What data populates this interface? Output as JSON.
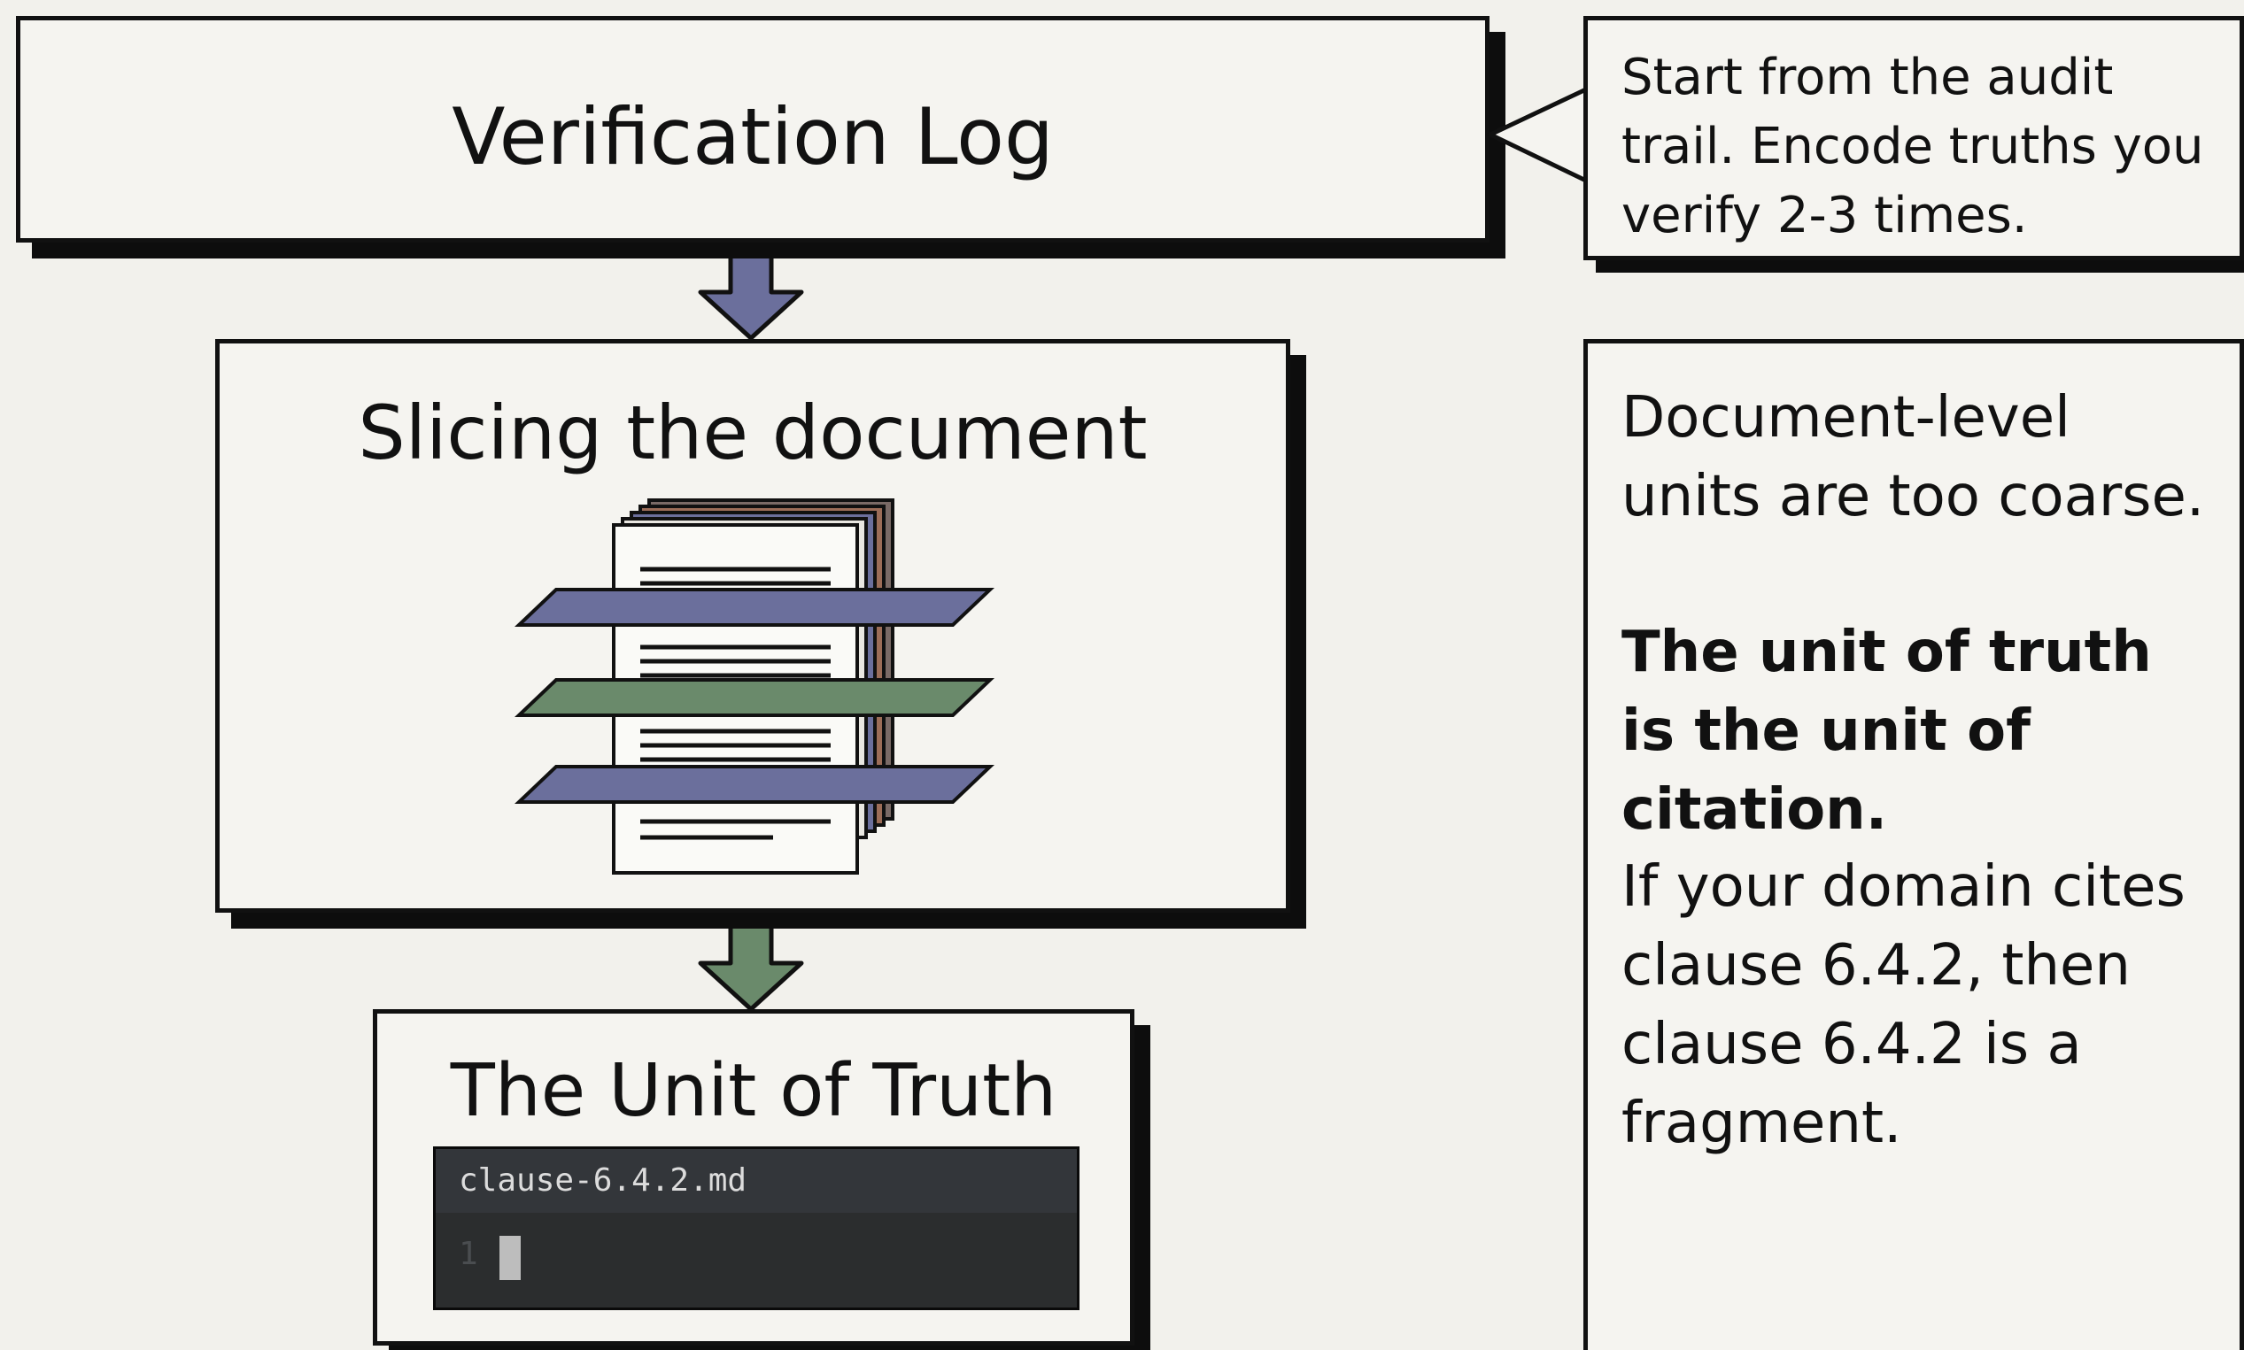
{
  "flow": {
    "step1_title": "Verification Log",
    "step2_title": "Slicing the document",
    "step3_title": "The Unit of Truth"
  },
  "editor": {
    "filename": "clause-6.4.2.md",
    "line_number": "1"
  },
  "notes": {
    "top": "Start from the audit trail. Encode truths you verify 2-3 times.",
    "side_p1": "Document-level units are too coarse.",
    "side_p2": "The unit of truth is the unit of citation.",
    "side_p3": "If your domain cites clause 6.4.2, then clause 6.4.2 is a fragment."
  },
  "colors": {
    "slice_blue": "#6b6f9c",
    "slice_green": "#6a8a6b",
    "background": "#f2f1ec",
    "editor_bg": "#2b2d2e"
  }
}
